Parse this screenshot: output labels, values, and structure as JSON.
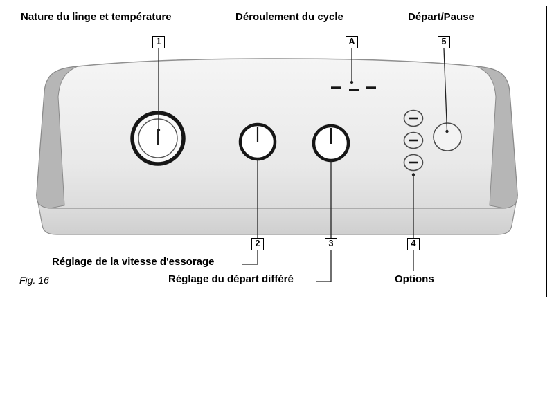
{
  "figure": {
    "caption": "Fig. 16"
  },
  "top_labels": {
    "nature": "Nature du linge et température",
    "cycle": "Déroulement du cycle",
    "depart": "Départ/Pause"
  },
  "bottom_labels": {
    "essorage": "Réglage de la vitesse d'essorage",
    "differe": "Réglage du départ différé",
    "options": "Options"
  },
  "callouts": {
    "n1": "1",
    "a": "A",
    "n5": "5",
    "n2": "2",
    "n3": "3",
    "n4": "4"
  },
  "panel_colors": {
    "face": "#ececec",
    "edge_caps": "#b6b6b6",
    "outline": "#8f8f8f",
    "controls": "#161616"
  }
}
